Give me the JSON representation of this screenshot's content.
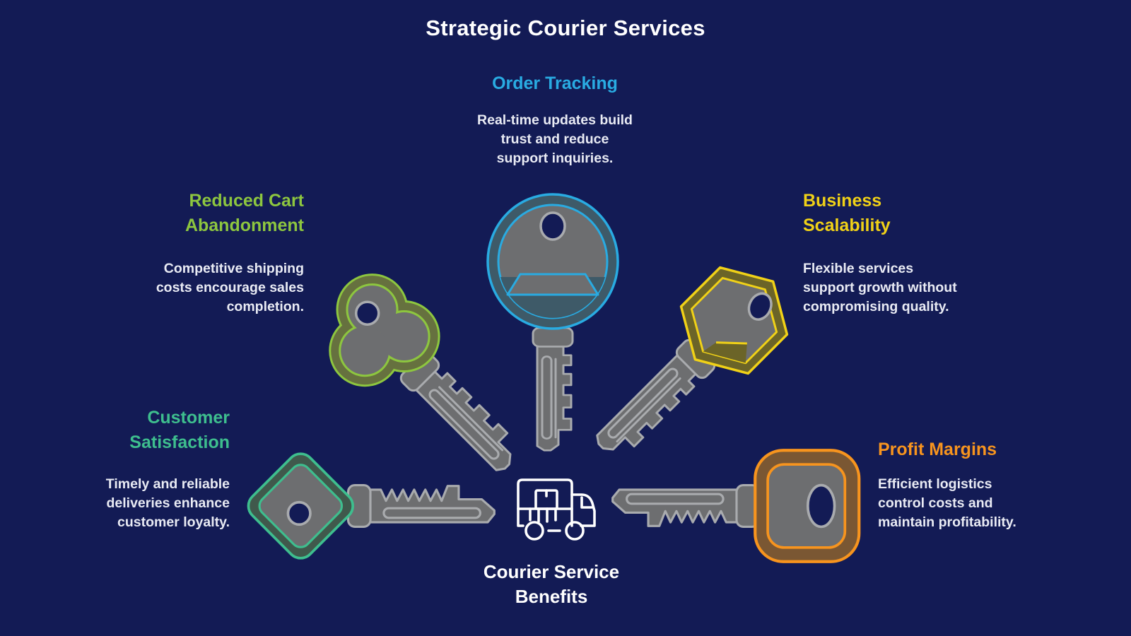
{
  "title": "Strategic Courier Services",
  "center": {
    "label": "Courier Service\nBenefits",
    "icon": "delivery-truck-icon"
  },
  "benefits": [
    {
      "id": "order-tracking",
      "position": "top",
      "label": "Order Tracking",
      "desc": "Real-time updates build\ntrust and reduce\nsupport inquiries.",
      "color": "#29ABE2",
      "icon": "key-icon"
    },
    {
      "id": "reduced-cart-abandonment",
      "position": "upper-left",
      "label": "Reduced Cart\nAbandonment",
      "desc": "Competitive shipping\ncosts encourage sales\ncompletion.",
      "color": "#8DC63F",
      "icon": "key-icon"
    },
    {
      "id": "business-scalability",
      "position": "upper-right",
      "label": "Business\nScalability",
      "desc": "Flexible services\nsupport growth without\ncompromising quality.",
      "color": "#F0D117",
      "icon": "key-icon"
    },
    {
      "id": "customer-satisfaction",
      "position": "lower-left",
      "label": "Customer\nSatisfaction",
      "desc": "Timely and reliable\ndeliveries enhance\ncustomer loyalty.",
      "color": "#3EBE8E",
      "icon": "key-icon"
    },
    {
      "id": "profit-margins",
      "position": "lower-right",
      "label": "Profit Margins",
      "desc": "Efficient logistics\ncontrol costs and\nmaintain profitability.",
      "color": "#F7941E",
      "icon": "key-icon"
    }
  ],
  "colors": {
    "background": "#131B55",
    "key_body_gray": "#6D6E70",
    "key_outline_gray": "#A9ABAE",
    "title_text": "#FFFFFF",
    "description_text": "#E9EBF4"
  }
}
